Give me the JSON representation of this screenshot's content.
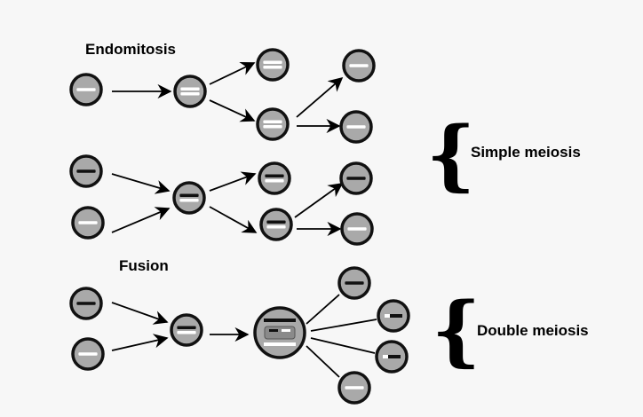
{
  "labels": {
    "endomitosis": "Endomitosis",
    "fusion": "Fusion",
    "simple_meiosis": "Simple meiosis",
    "double_meiosis": "Double meiosis",
    "brace": "{"
  },
  "colors": {
    "cell_fill": "#a9a9a9",
    "cell_outline": "#111111",
    "chromosome_white": "#ffffff",
    "chromosome_black": "#111111",
    "background": "#f7f7f7"
  }
}
